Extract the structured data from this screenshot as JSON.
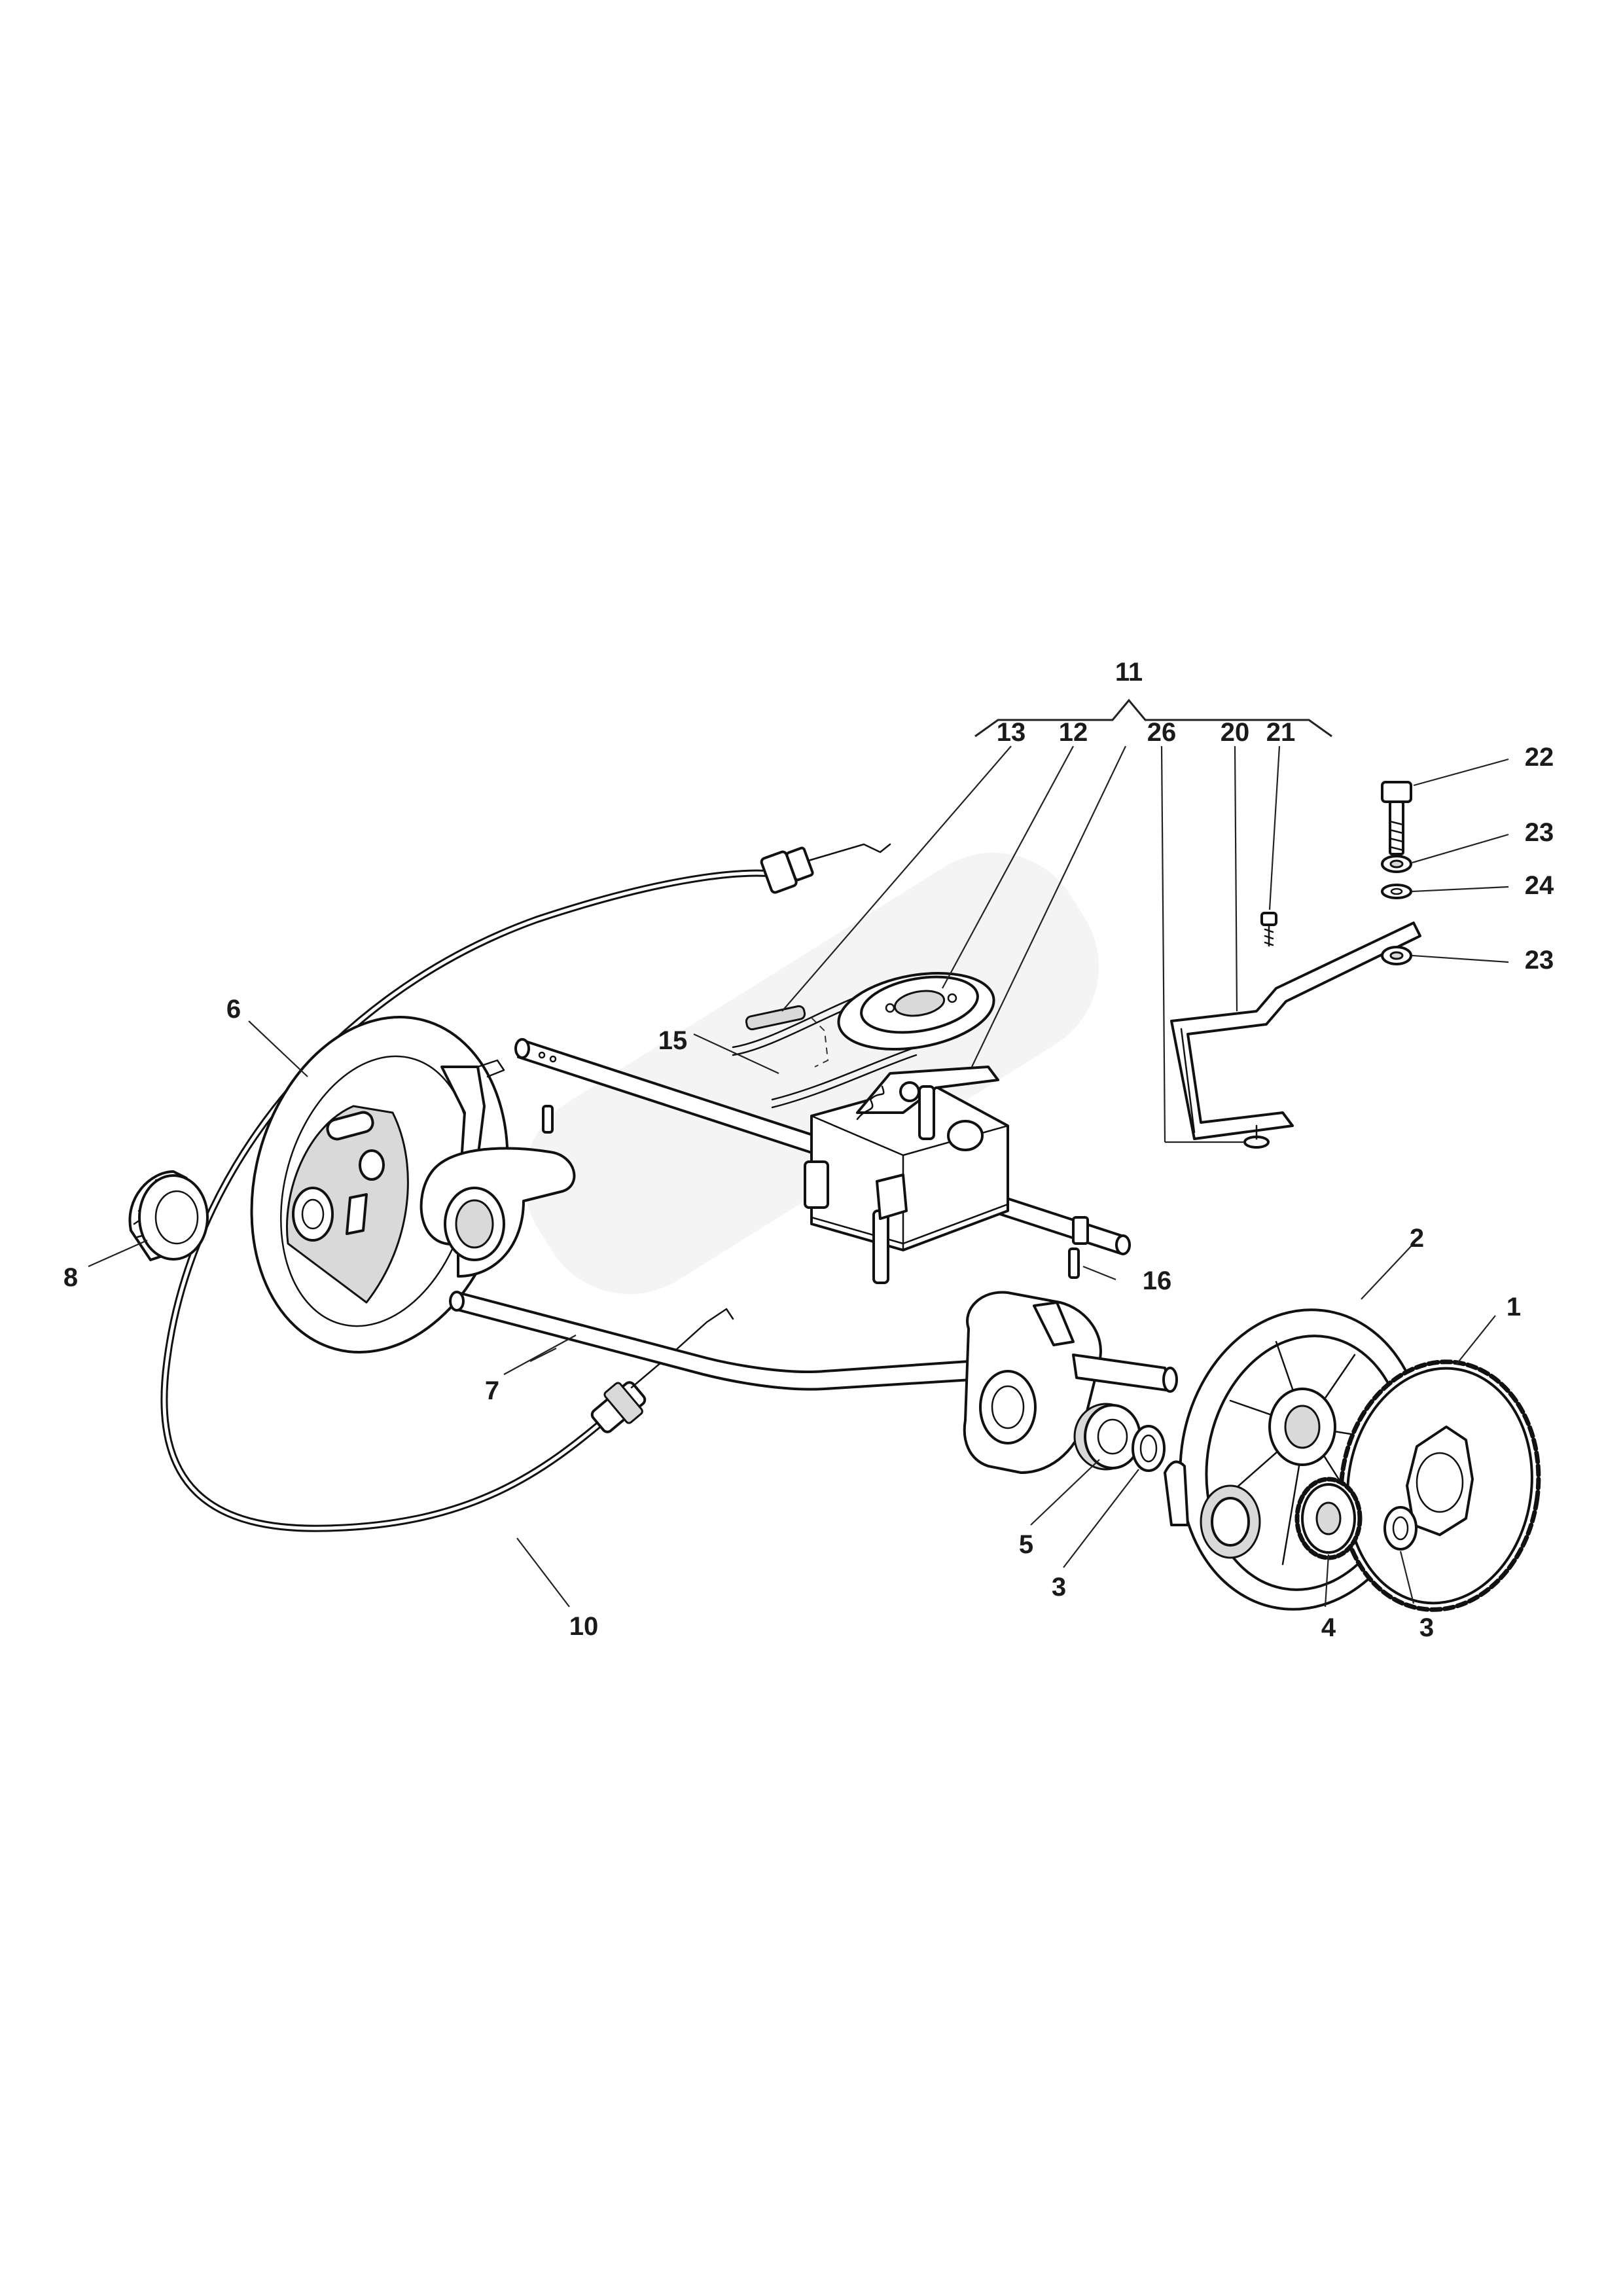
{
  "part_labels": {
    "p1": "1",
    "p2": "2",
    "p3a": "3",
    "p3b": "3",
    "p4": "4",
    "p5": "5",
    "p6": "6",
    "p7": "7",
    "p8": "8",
    "p10": "10",
    "p11": "11",
    "p12": "12",
    "p13": "13",
    "p15": "15",
    "p16": "16",
    "p20": "20",
    "p21": "21",
    "p22": "22",
    "p23a": "23",
    "p23b": "23",
    "p24": "24",
    "p26": "26"
  },
  "colors": {
    "line": "#111111",
    "label": "#1a1a1a",
    "fill": "#ffffff",
    "shade": "#d9d9d9"
  }
}
